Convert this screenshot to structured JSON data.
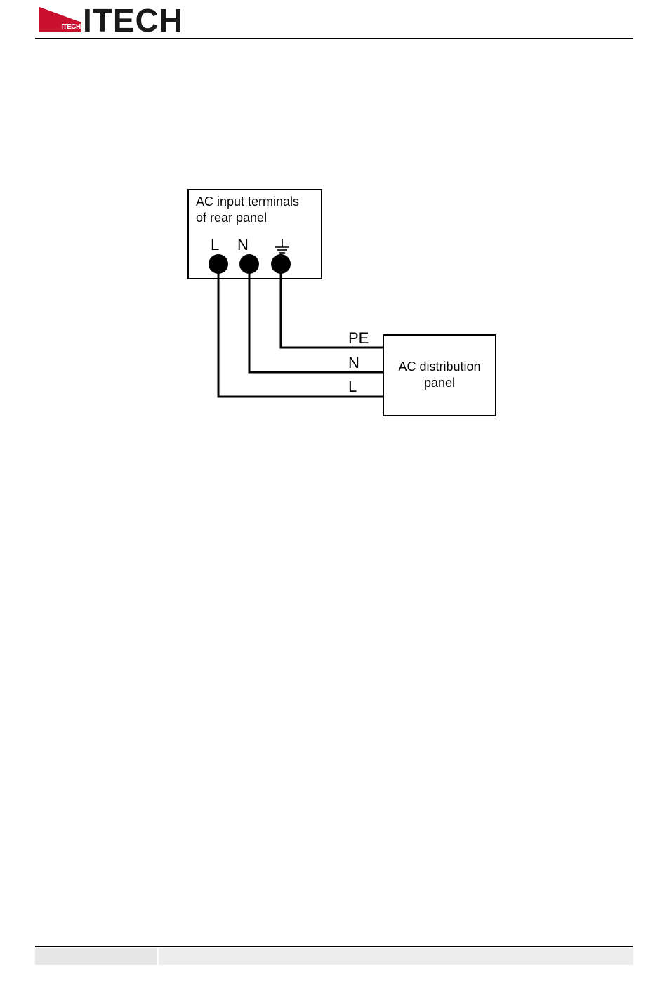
{
  "header": {
    "logo_mark_text": "ITECH",
    "logo_word": "ITECH",
    "brand_color": "#c8102e"
  },
  "diagram": {
    "rear_panel": {
      "title_line1": "AC input terminals",
      "title_line2": "of rear panel",
      "terminals": [
        "L",
        "N"
      ],
      "ground_icon": "ground-icon"
    },
    "wires": [
      "PE",
      "N",
      "L"
    ],
    "distribution_panel": {
      "title_line1": "AC distribution",
      "title_line2": "panel"
    }
  },
  "footer": {}
}
